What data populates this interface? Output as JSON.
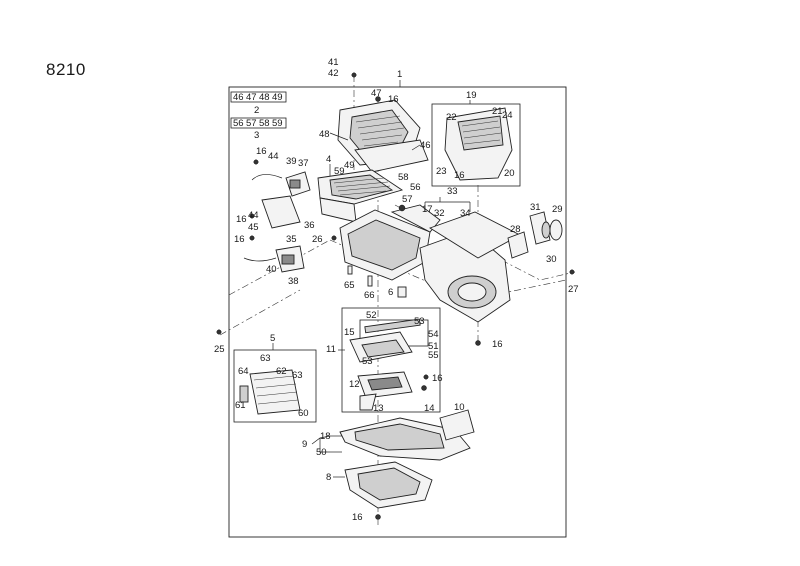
{
  "figure_code": "8210",
  "callouts": [
    "1",
    "2",
    "3",
    "4",
    "5",
    "6",
    "8",
    "9",
    "10",
    "11",
    "12",
    "13",
    "14",
    "15",
    "16",
    "17",
    "18",
    "19",
    "20",
    "21",
    "22",
    "23",
    "24",
    "25",
    "26",
    "27",
    "28",
    "29",
    "30",
    "31",
    "32",
    "33",
    "34",
    "35",
    "36",
    "37",
    "38",
    "39",
    "40",
    "41",
    "42",
    "44",
    "45",
    "46",
    "47",
    "48",
    "49",
    "50",
    "51",
    "52",
    "53",
    "54",
    "55",
    "56",
    "57",
    "58",
    "59",
    "60",
    "61",
    "62",
    "63",
    "64",
    "65",
    "66"
  ],
  "group_rows": {
    "row_a": [
      "46",
      "47",
      "48",
      "49"
    ],
    "row_b": [
      "56",
      "57",
      "58",
      "59"
    ]
  }
}
